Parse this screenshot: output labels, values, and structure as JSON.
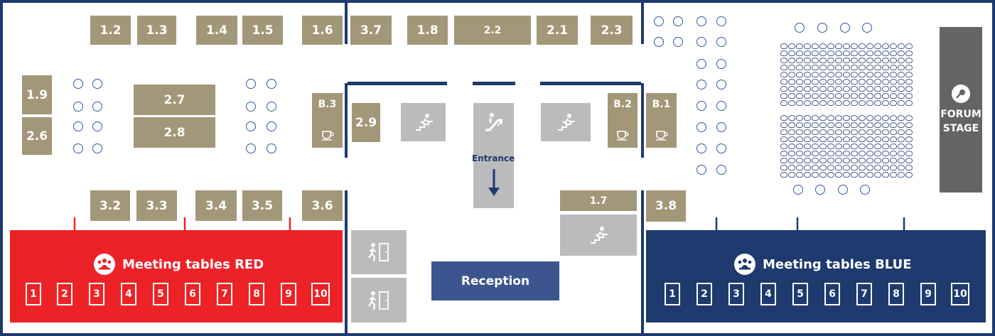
{
  "booths": [
    {
      "id": "1.2",
      "label": "1.2"
    },
    {
      "id": "1.3",
      "label": "1.3"
    },
    {
      "id": "1.4",
      "label": "1.4"
    },
    {
      "id": "1.5",
      "label": "1.5"
    },
    {
      "id": "1.6",
      "label": "1.6"
    },
    {
      "id": "3.7",
      "label": "3.7"
    },
    {
      "id": "1.8",
      "label": "1.8"
    },
    {
      "id": "2.2",
      "label": "2.2"
    },
    {
      "id": "2.1",
      "label": "2.1"
    },
    {
      "id": "2.3",
      "label": "2.3"
    },
    {
      "id": "1.9",
      "label": "1.9"
    },
    {
      "id": "2.6",
      "label": "2.6"
    },
    {
      "id": "2.7",
      "label": "2.7"
    },
    {
      "id": "2.8",
      "label": "2.8"
    },
    {
      "id": "2.9",
      "label": "2.9"
    },
    {
      "id": "3.2",
      "label": "3.2"
    },
    {
      "id": "3.3",
      "label": "3.3"
    },
    {
      "id": "3.4",
      "label": "3.4"
    },
    {
      "id": "3.5",
      "label": "3.5"
    },
    {
      "id": "3.6",
      "label": "3.6"
    },
    {
      "id": "1.7",
      "label": "1.7"
    },
    {
      "id": "3.8",
      "label": "3.8"
    }
  ],
  "cafes": [
    {
      "id": "B.3",
      "label": "B.3"
    },
    {
      "id": "B.2",
      "label": "B.2"
    },
    {
      "id": "B.1",
      "label": "B.1"
    }
  ],
  "facilities": {
    "entrance_label": "Entrance",
    "reception_label": "Reception",
    "icons": [
      "stairs-icon",
      "escalator-icon",
      "stairs-icon",
      "stairs-icon",
      "emergency-exit-icon",
      "emergency-exit-icon",
      "coffee-cup-icon"
    ]
  },
  "zones": {
    "red": {
      "title": "Meeting tables RED",
      "color": "#ec2227",
      "tables": [
        "1",
        "2",
        "3",
        "4",
        "5",
        "6",
        "7",
        "8",
        "9",
        "10"
      ]
    },
    "blue": {
      "title": "Meeting tables BLUE",
      "color": "#1e3a6e",
      "tables": [
        "1",
        "2",
        "3",
        "4",
        "5",
        "6",
        "7",
        "8",
        "9",
        "10"
      ]
    }
  },
  "stage": {
    "line1": "FORUM",
    "line2": "STAGE",
    "icon": "microphone-icon"
  },
  "colors": {
    "booth": "#a39779",
    "wall": "#1e3a6e",
    "facility": "#babbbd",
    "reception": "#3c558f",
    "stage": "#636466",
    "seat_outline": "#4a5f8f",
    "circle_outline": "#2f57a8"
  }
}
